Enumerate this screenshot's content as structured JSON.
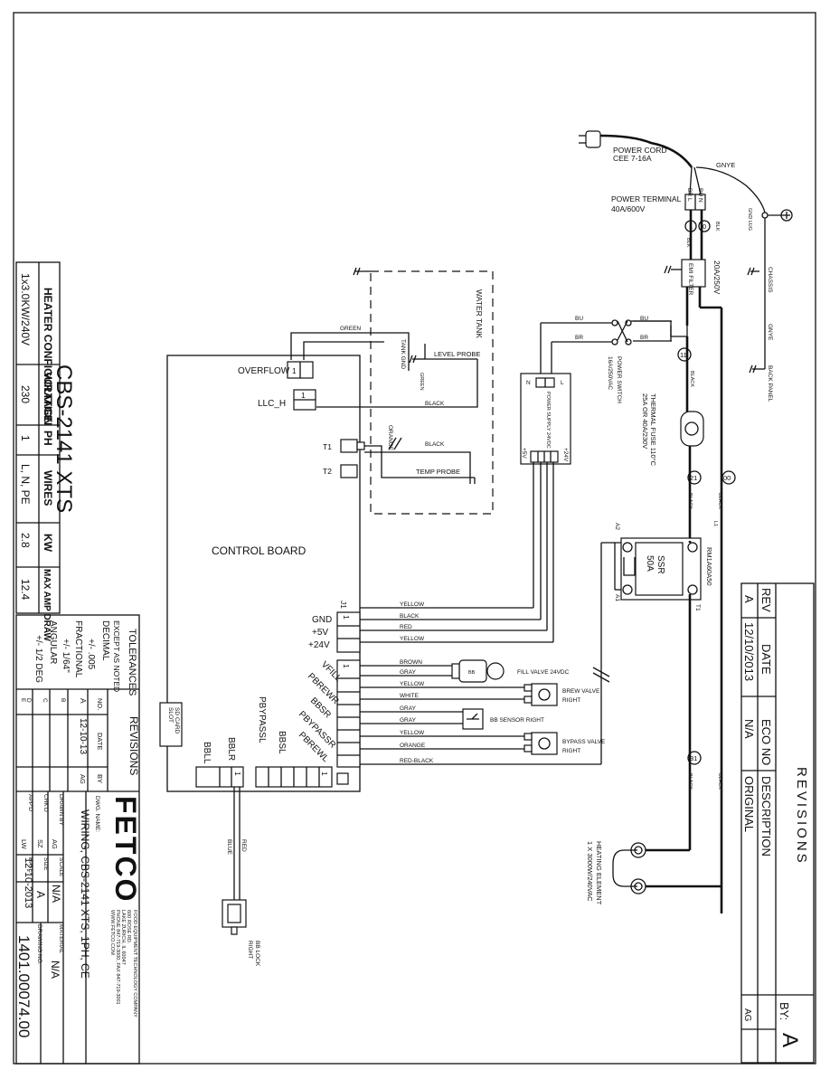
{
  "title_block": {
    "company_logo": "FETCO",
    "company_name": "FOOD EQUIPMENT TECHNOLOGY COMPANY",
    "company_addr1": "600 ROSE RD.",
    "company_addr2": "LAKE ZURICH, IL 60047",
    "company_phone": "PHONE 847-719-3000, FAX 847-719-3001",
    "company_web": "WWW.FETCO.COM",
    "dwg_name_label": "DWG. NAME:",
    "dwg_name": "WIRING, CBS-2141 XTS, 1PH, CE",
    "drawn_by_label": "DRAWN BY",
    "drawn_by": "AG",
    "chkd_label": "CHK'D",
    "chkd": "SZ",
    "appd_label": "APP'D",
    "appd": "LW",
    "scale_label": "SCALE",
    "scale": "N/A",
    "size_label": "SIZE",
    "size": "A",
    "date_label": "DATE",
    "date": "12-10-2013",
    "material_label": "MATERIAL",
    "material": "N/A",
    "drawing_no_label": "DRAWING NO.",
    "drawing_no": "1401.00074.00"
  },
  "tolerances": {
    "title": "TOLERANCES",
    "except": "EXCEPT AS NOTED",
    "decimal": "DECIMAL",
    "decimal_val": "+/- .005",
    "fractional": "FRACTIONAL",
    "fractional_val": "+/- 1/64\"",
    "angular": "ANGULAR",
    "angular_val": "+/- 1/2 DEG"
  },
  "small_revisions": {
    "title": "REVISIONS",
    "col_no": "NO.",
    "col_date": "DATE",
    "col_by": "BY",
    "rows": [
      {
        "no": "A",
        "date": "12-10-13",
        "by": "AG"
      },
      {
        "no": "B",
        "date": "",
        "by": ""
      },
      {
        "no": "C",
        "date": "",
        "by": ""
      },
      {
        "no": "D",
        "date": "",
        "by": ""
      },
      {
        "no": "E",
        "date": "",
        "by": ""
      }
    ]
  },
  "heater_table": {
    "headers": [
      "HEATER CONFIGURATION",
      "VOLTAGE",
      "PH",
      "WIRES",
      "KW",
      "MAX AMP DRAW"
    ],
    "row": [
      "1x3.0KW/240V",
      "230",
      "1",
      "L, N, PE",
      "2.8",
      "12.4"
    ]
  },
  "model_title": "CBS-2141 XTS",
  "revisions_block": {
    "title": "REVISIONS",
    "col_rev": "REV",
    "col_date": "DATE",
    "col_eco": "ECO NO",
    "col_desc": "DESCRIPTION",
    "col_by": "BY:",
    "rev": "A",
    "date": "12/10/2013",
    "eco": "N/A",
    "desc": "ORIGINAL",
    "by": "AG",
    "big_rev": "A"
  },
  "labels": {
    "power_cord": "POWER CORD",
    "power_cord_spec": "CEE 7-16A",
    "gnye_top": "GNYE",
    "power_terminal": "POWER TERMINAL",
    "power_terminal_spec": "40A/600V",
    "gnd_lug": "GND LUG",
    "br": "BR",
    "bu": "BU",
    "l": "L",
    "n": "N",
    "num1": "1",
    "num0": "0",
    "blk": "BLK",
    "emi_filter": "EMI FILTER",
    "emi_rating": "20A/250V",
    "chassis": "CHASSIS",
    "gnye_mid": "GNYE",
    "back_panel": "BACK PANEL",
    "water_tank": "WATER TANK",
    "green": "GREEN",
    "tank_gnd": "TANK GND",
    "level_probe": "LEVEL PROBE",
    "green2": "GREEN",
    "black": "BLACK",
    "orange": "ORANGE",
    "temp_probe": "TEMP PROBE",
    "ps_bu1": "BU",
    "ps_bu2": "BU",
    "ps_br1": "BR",
    "ps_br2": "BR",
    "power_switch": "POWER SWITCH",
    "power_switch_spec": "16A/250VAC",
    "power_supply": "POWER SUPPLY 24VDC",
    "ps_n": "N",
    "ps_l": "L",
    "plus5": "+5V",
    "plus24": "+24V",
    "w11": "11",
    "thermal_fuse": "THERMAL FUSE 110°C",
    "thermal_fuse_spec": "25A OR 40A/230V",
    "w21": "21",
    "w00": "00",
    "ssr_part": "RM1A60A50",
    "ssr": "SSR",
    "ssr_amps": "50A",
    "a2": "A2",
    "a1": "A1",
    "l1": "L1",
    "t1": "T1",
    "w31": "31",
    "heating_element": "HEATING ELEMENT",
    "heating_element_spec": "1 X 3000W/240VAC",
    "overflow": "OVERFLOW",
    "llc_h": "LLC_H",
    "t1_pin": "T1",
    "t2_pin": "T2",
    "control_board": "CONTROL BOARD",
    "j1": "J1",
    "gnd": "GND",
    "p5v": "+5V",
    "p24v": "+24V",
    "vfill": "VFILL",
    "pbrewr": "PBREWR",
    "bbsr": "BBSR",
    "pbypassr": "PBYPASSR",
    "pbrewl": "PBREWL",
    "bbsl": "BBSL",
    "pbypassl": "PBYPASSL",
    "bblr": "BBLR",
    "bbll": "BBLL",
    "sd_card": "SD CARD",
    "slot": "SLOT",
    "wire_yellow1": "YELLOW",
    "wire_black1": "BLACK",
    "wire_red1": "RED",
    "wire_yellow2": "YELLOW",
    "wire_brown": "BROWN",
    "wire_gray1": "GRAY",
    "wire_yellow3": "YELLOW",
    "wire_white": "WHITE",
    "wire_gray2": "GRAY",
    "wire_gray3": "GRAY",
    "wire_yellow4": "YELLOW",
    "wire_orange": "ORANGE",
    "wire_redblack": "RED-BLACK",
    "fill_valve": "FILL VALVE 24VDC",
    "brew_valve": "BREW VALVE",
    "brew_valve_side": "RIGHT",
    "bb_sensor": "BB SENSOR RIGHT",
    "bypass_valve": "BYPASS VALVE",
    "bypass_valve_side": "RIGHT",
    "bb": "BB",
    "black_right": "BLACK",
    "black_right2": "BLACK",
    "black_right3": "BLACK",
    "red_wire": "RED",
    "blue_wire": "BLUE",
    "bb_lock": "BB LOCK",
    "bb_lock_side": "RIGHT",
    "pin1": "1"
  },
  "colors": {
    "ink": "#111111",
    "paper": "#ffffff"
  }
}
